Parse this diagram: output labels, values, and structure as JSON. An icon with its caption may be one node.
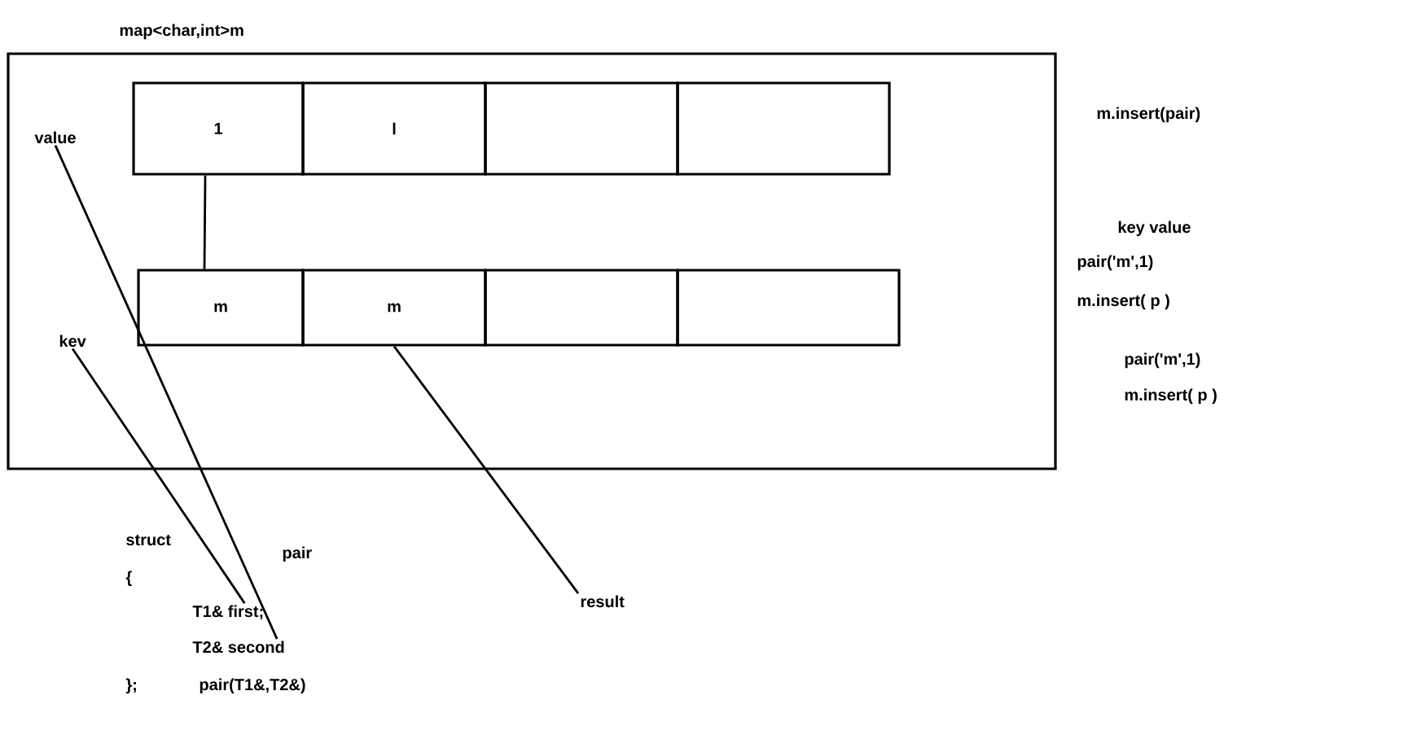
{
  "diagram": {
    "nodes": [
      {
        "text": [
          "map<char,int>m"
        ]
      },
      {
        "text": [
          "1"
        ],
        "in": 0
      },
      {
        "text": [
          "l"
        ],
        "in": 0
      },
      {
        "text": [],
        "shape": "box",
        "in": 0
      },
      {
        "text": [],
        "shape": "box",
        "in": 0
      },
      {
        "text": [
          "m"
        ],
        "in": 0
      },
      {
        "text": [
          "m"
        ],
        "in": 0
      },
      {
        "text": [],
        "shape": "box",
        "in": 0
      },
      {
        "text": [],
        "shape": "box",
        "in": 0
      },
      {
        "text": [
          "value"
        ],
        "in": 0
      },
      {
        "text": [
          "kev"
        ],
        "in": 0
      },
      {
        "text": [
          "T1& first;"
        ]
      },
      {
        "text": [
          "T2& second"
        ]
      },
      {
        "text": [
          "result"
        ]
      }
    ],
    "edges": [
      {
        "from": 1,
        "to": 5,
        "arrow": "none"
      },
      {
        "from": 9,
        "to": 12,
        "arrow": "none"
      },
      {
        "from": 10,
        "to": 11,
        "arrow": "none"
      },
      {
        "from": 13,
        "to": 6,
        "arrow": "none"
      }
    ],
    "labels": [
      "m.insert(pair)",
      "key value",
      "pair('m',1)",
      "m.insert( p )",
      "pair('m',1)",
      "m.insert( p )",
      "struct",
      "pair",
      "{",
      "};",
      "pair(T1&,T2&)"
    ]
  }
}
